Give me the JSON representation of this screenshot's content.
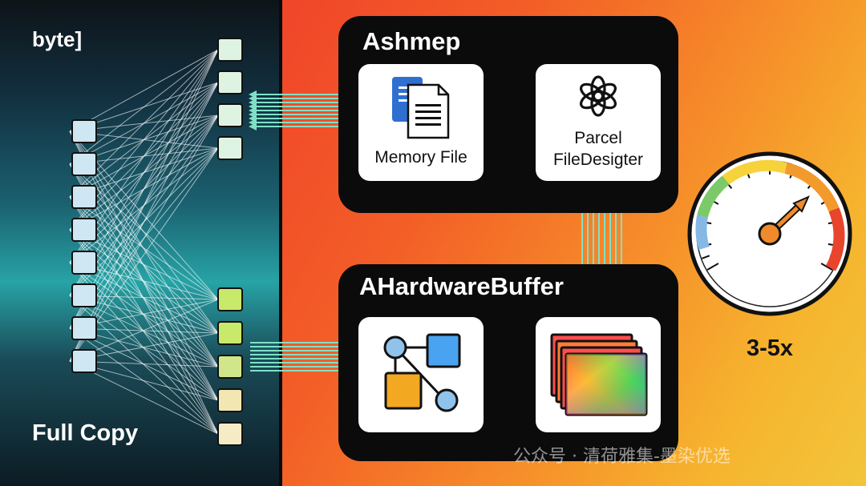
{
  "left": {
    "top_label": "byte]",
    "bottom_label": "Full Copy"
  },
  "ashmem": {
    "title": "Ashmep",
    "memory_file": {
      "label": "Memory File",
      "icon": "document-icon"
    },
    "parcel": {
      "label_line1": "Parcel",
      "label_line2": "FileDesigter",
      "icon": "openai-knot-icon"
    }
  },
  "ahb": {
    "title": "AHardwareBuffer",
    "graph_icon": "node-graph-icon",
    "layers_icon": "image-layers-icon"
  },
  "speed": {
    "label": "3-5x",
    "gauge_icon": "speedometer-icon"
  },
  "watermark": "公众号 · 清荷雅集-墨染优选",
  "colors": {
    "arrow": "#7fe0c7",
    "panel": "#0b0b0b",
    "gauge_red": "#e8452c",
    "gauge_green": "#7cc96a",
    "gauge_blue": "#86b8e6",
    "needle": "#f08a2a"
  }
}
